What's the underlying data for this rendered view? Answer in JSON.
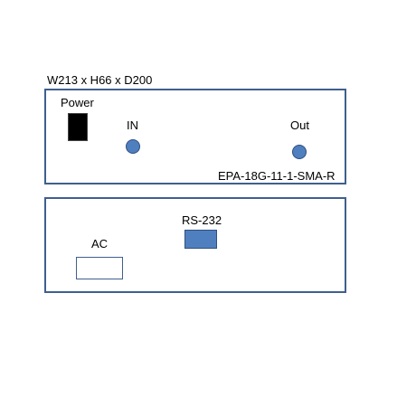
{
  "dimensions_label": "W213 x H66 x D200",
  "front_panel": {
    "power_label": "Power",
    "in_label": "IN",
    "out_label": "Out",
    "model": "EPA-18G-11-1-SMA-R"
  },
  "rear_panel": {
    "rs232_label": "RS-232",
    "ac_label": "AC"
  },
  "colors": {
    "outline": "#3f5f8f",
    "connector_fill": "#4f7fbf",
    "switch_fill": "#000000"
  }
}
